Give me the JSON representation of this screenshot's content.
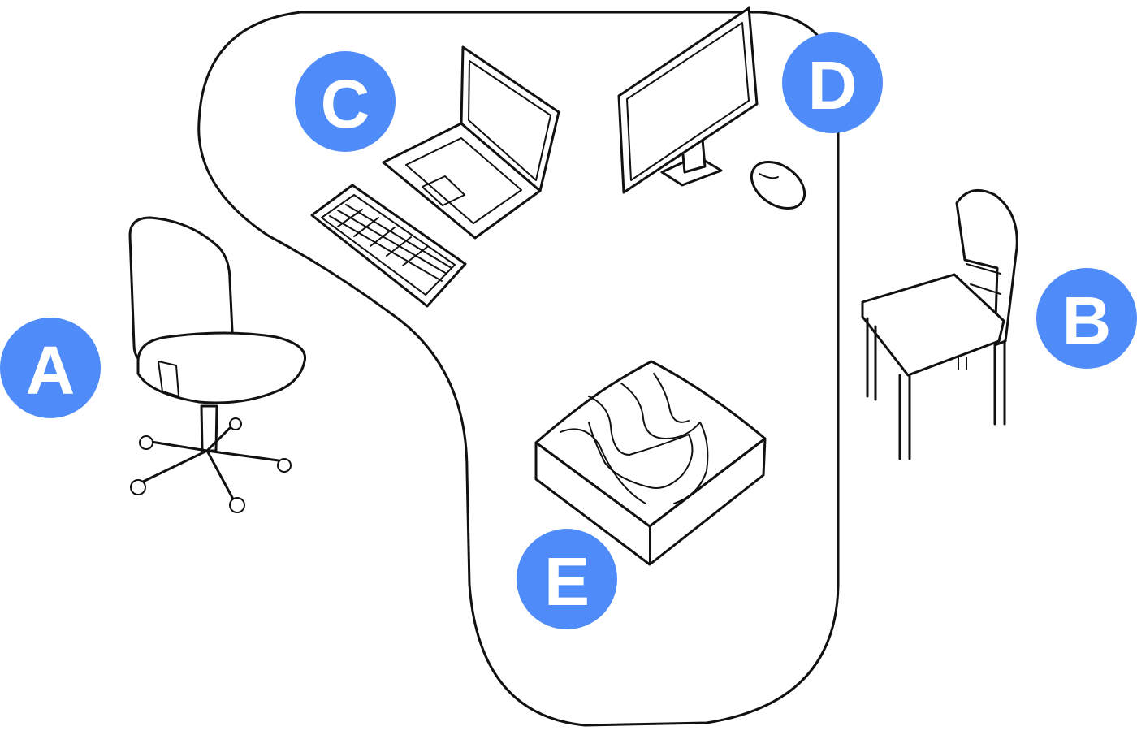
{
  "badges": {
    "a": "A",
    "b": "B",
    "c": "C",
    "d": "D",
    "e": "E"
  },
  "colors": {
    "badge": "#4f8bf9",
    "ink": "#111111",
    "background": "#ffffff"
  }
}
